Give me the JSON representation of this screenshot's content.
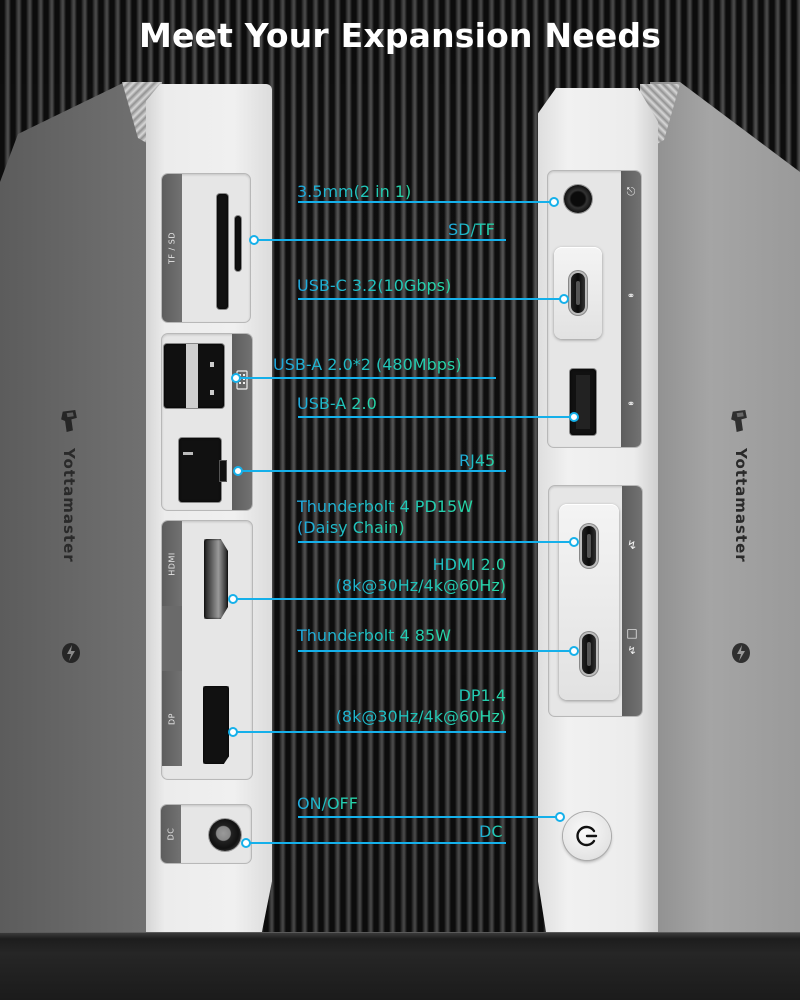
{
  "headline": "Meet Your Expansion Needs",
  "brand": {
    "name": "Yottamaster"
  },
  "left_device": {
    "panel_labels": {
      "card_reader": "TF / SD",
      "hdmi": "HDMI",
      "dp": "DP",
      "dc": "DC"
    }
  },
  "callouts": [
    {
      "id": "audio",
      "text": "3.5mm(2 in 1)",
      "side": "right"
    },
    {
      "id": "sd_tf",
      "text": "SD/TF",
      "side": "left"
    },
    {
      "id": "usbc_32",
      "text": "USB-C 3.2(10Gbps)",
      "side": "right"
    },
    {
      "id": "usba_20x2",
      "text": "USB-A 2.0*2 (480Mbps)",
      "side": "left"
    },
    {
      "id": "usba_20",
      "text": "USB-A 2.0",
      "side": "right"
    },
    {
      "id": "rj45",
      "text": "RJ45",
      "side": "left"
    },
    {
      "id": "tb4_pd15",
      "line1": "Thunderbolt 4 PD15W",
      "line2": "(Daisy Chain)",
      "side": "right"
    },
    {
      "id": "hdmi",
      "line1": "HDMI 2.0",
      "line2": "(8k@30Hz/4k@60Hz)",
      "side": "left"
    },
    {
      "id": "tb4_85",
      "text": "Thunderbolt 4 85W",
      "side": "right"
    },
    {
      "id": "dp",
      "line1": "DP1.4",
      "line2": "(8k@30Hz/4k@60Hz)",
      "side": "left"
    },
    {
      "id": "power",
      "text": "ON/OFF",
      "side": "right"
    },
    {
      "id": "dc",
      "text": "DC",
      "side": "left"
    }
  ],
  "colors": {
    "callout_line": "#15b0ea",
    "callout_text_start": "#1ea8e0",
    "callout_text_end": "#27d6a4",
    "headline": "#ffffff"
  },
  "icons": {
    "audio_port": "headset-icon",
    "usb_c_10": "usb-10gbps-icon",
    "usb_a_10": "usb-10gbps-icon",
    "thunderbolt": "thunderbolt-icon",
    "thunderbolt_display": "thunderbolt-display-icon",
    "usb_keyboard": "usb-keyboard-icon",
    "power": "power-icon"
  }
}
